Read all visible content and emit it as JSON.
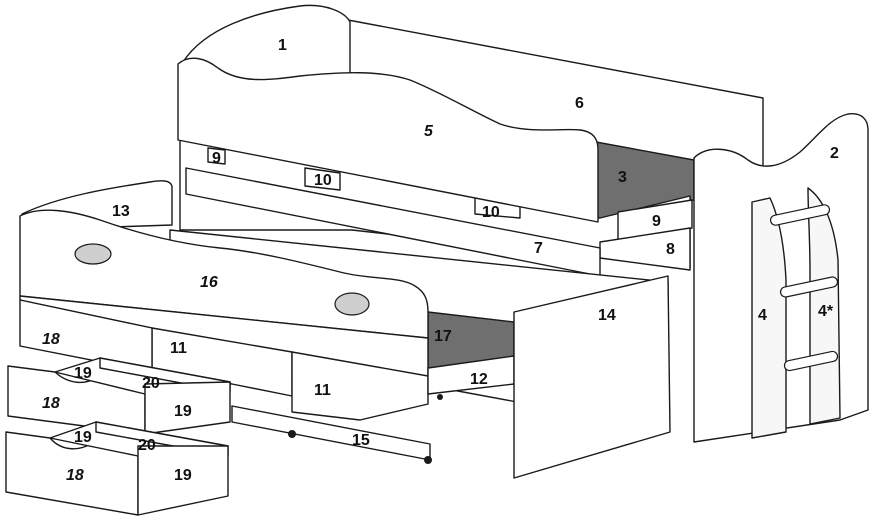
{
  "labels": {
    "l1": "1",
    "l2": "2",
    "l3": "3",
    "l4a": "4",
    "l4b": "4*",
    "l5": "5",
    "l6": "6",
    "l7": "7",
    "l8": "8",
    "l9a": "9",
    "l9b": "9",
    "l10a": "10",
    "l10b": "10",
    "l11a": "11",
    "l11b": "11",
    "l12": "12",
    "l13": "13",
    "l14": "14",
    "l15": "15",
    "l16": "16",
    "l17": "17",
    "l18a": "18",
    "l18b": "18",
    "l18c": "18",
    "l19a": "19",
    "l19b": "19",
    "l19c": "19",
    "l19d": "19",
    "l20a": "20",
    "l20b": "20"
  },
  "colors": {
    "line": "#1a1a1a",
    "dark_panel": "#6f6f6f",
    "hole": "#cfcfcf",
    "background": "#ffffff"
  }
}
